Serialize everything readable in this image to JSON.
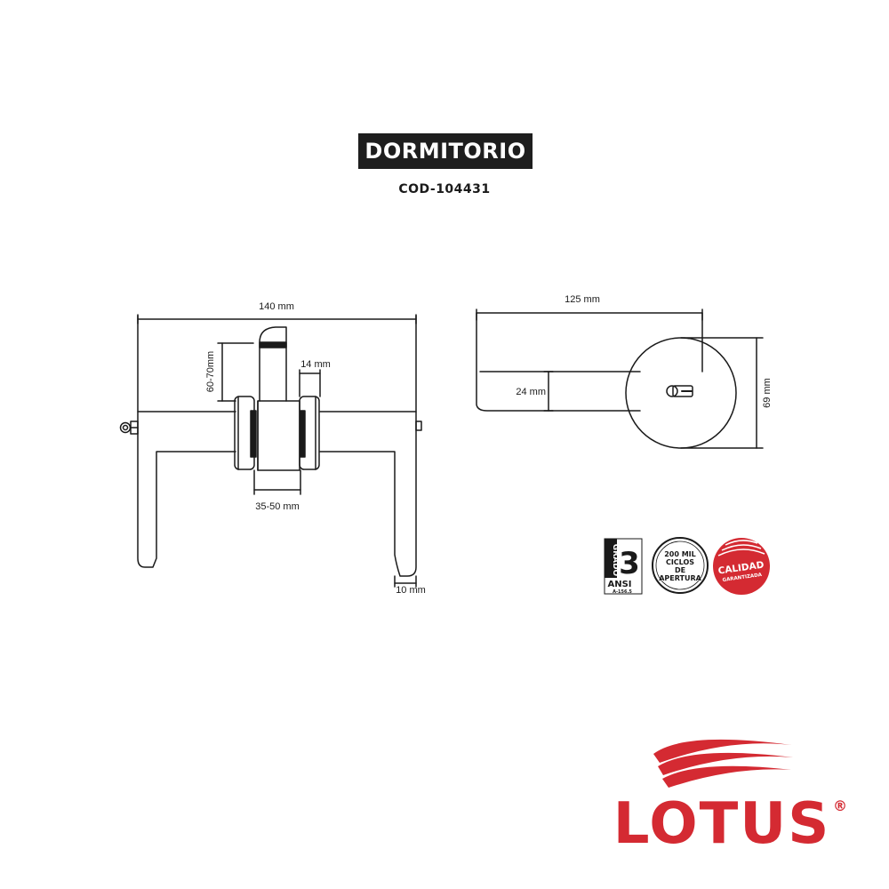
{
  "header": {
    "title": "DORMITORIO",
    "code": "COD-104431"
  },
  "front_view": {
    "width_label": "140 mm",
    "backset_label": "60-70mm",
    "rose_label": "14 mm",
    "door_thickness_label": "35-50 mm",
    "lever_end_label": "10 mm"
  },
  "side_view": {
    "length_label": "125 mm",
    "lever_height_label": "24 mm",
    "rose_diameter_label": "69 mm"
  },
  "badges": {
    "grade": {
      "vertical_label": "GRADO",
      "number": "3",
      "standard": "ANSI",
      "spec": "A-156.5"
    },
    "cycles": {
      "line1": "200 MIL",
      "line2": "CICLOS",
      "line3": "DE",
      "line4": "APERTURA"
    },
    "quality": {
      "line1": "CALIDAD",
      "line2": "GARANTIZADA",
      "color": "#d42a32"
    }
  },
  "brand": {
    "name": "LOTUS",
    "registered": "®",
    "color": "#d42a32"
  }
}
